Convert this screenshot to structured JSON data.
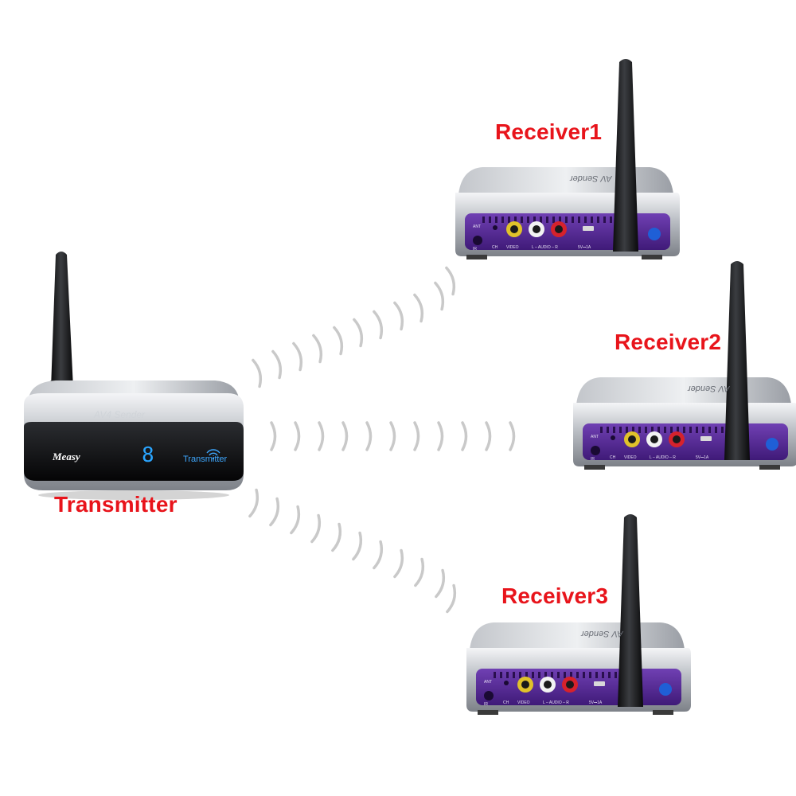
{
  "labels": {
    "transmitter": "Transmitter",
    "receiver1": "Receiver1",
    "receiver2": "Receiver2",
    "receiver3": "Receiver3"
  },
  "transmitter_device": {
    "brand": "Measy",
    "display_digit": "8",
    "panel_text": "Transmitter",
    "model_text": "AV4 Sender"
  },
  "receiver_device": {
    "model_text": "AV Sender",
    "ports": [
      "ANT",
      "IR",
      "CH",
      "VIDEO",
      "L – AUDIO – R",
      "5V⎓1A"
    ]
  },
  "colors": {
    "label_red": "#e8141b",
    "panel_purple": "#5b2a9a",
    "display_blue": "#2aa5ff",
    "wave_gray": "#c9c9c9"
  },
  "icons": [
    "wifi-icon",
    "antenna-icon",
    "signal-wave-icon"
  ]
}
